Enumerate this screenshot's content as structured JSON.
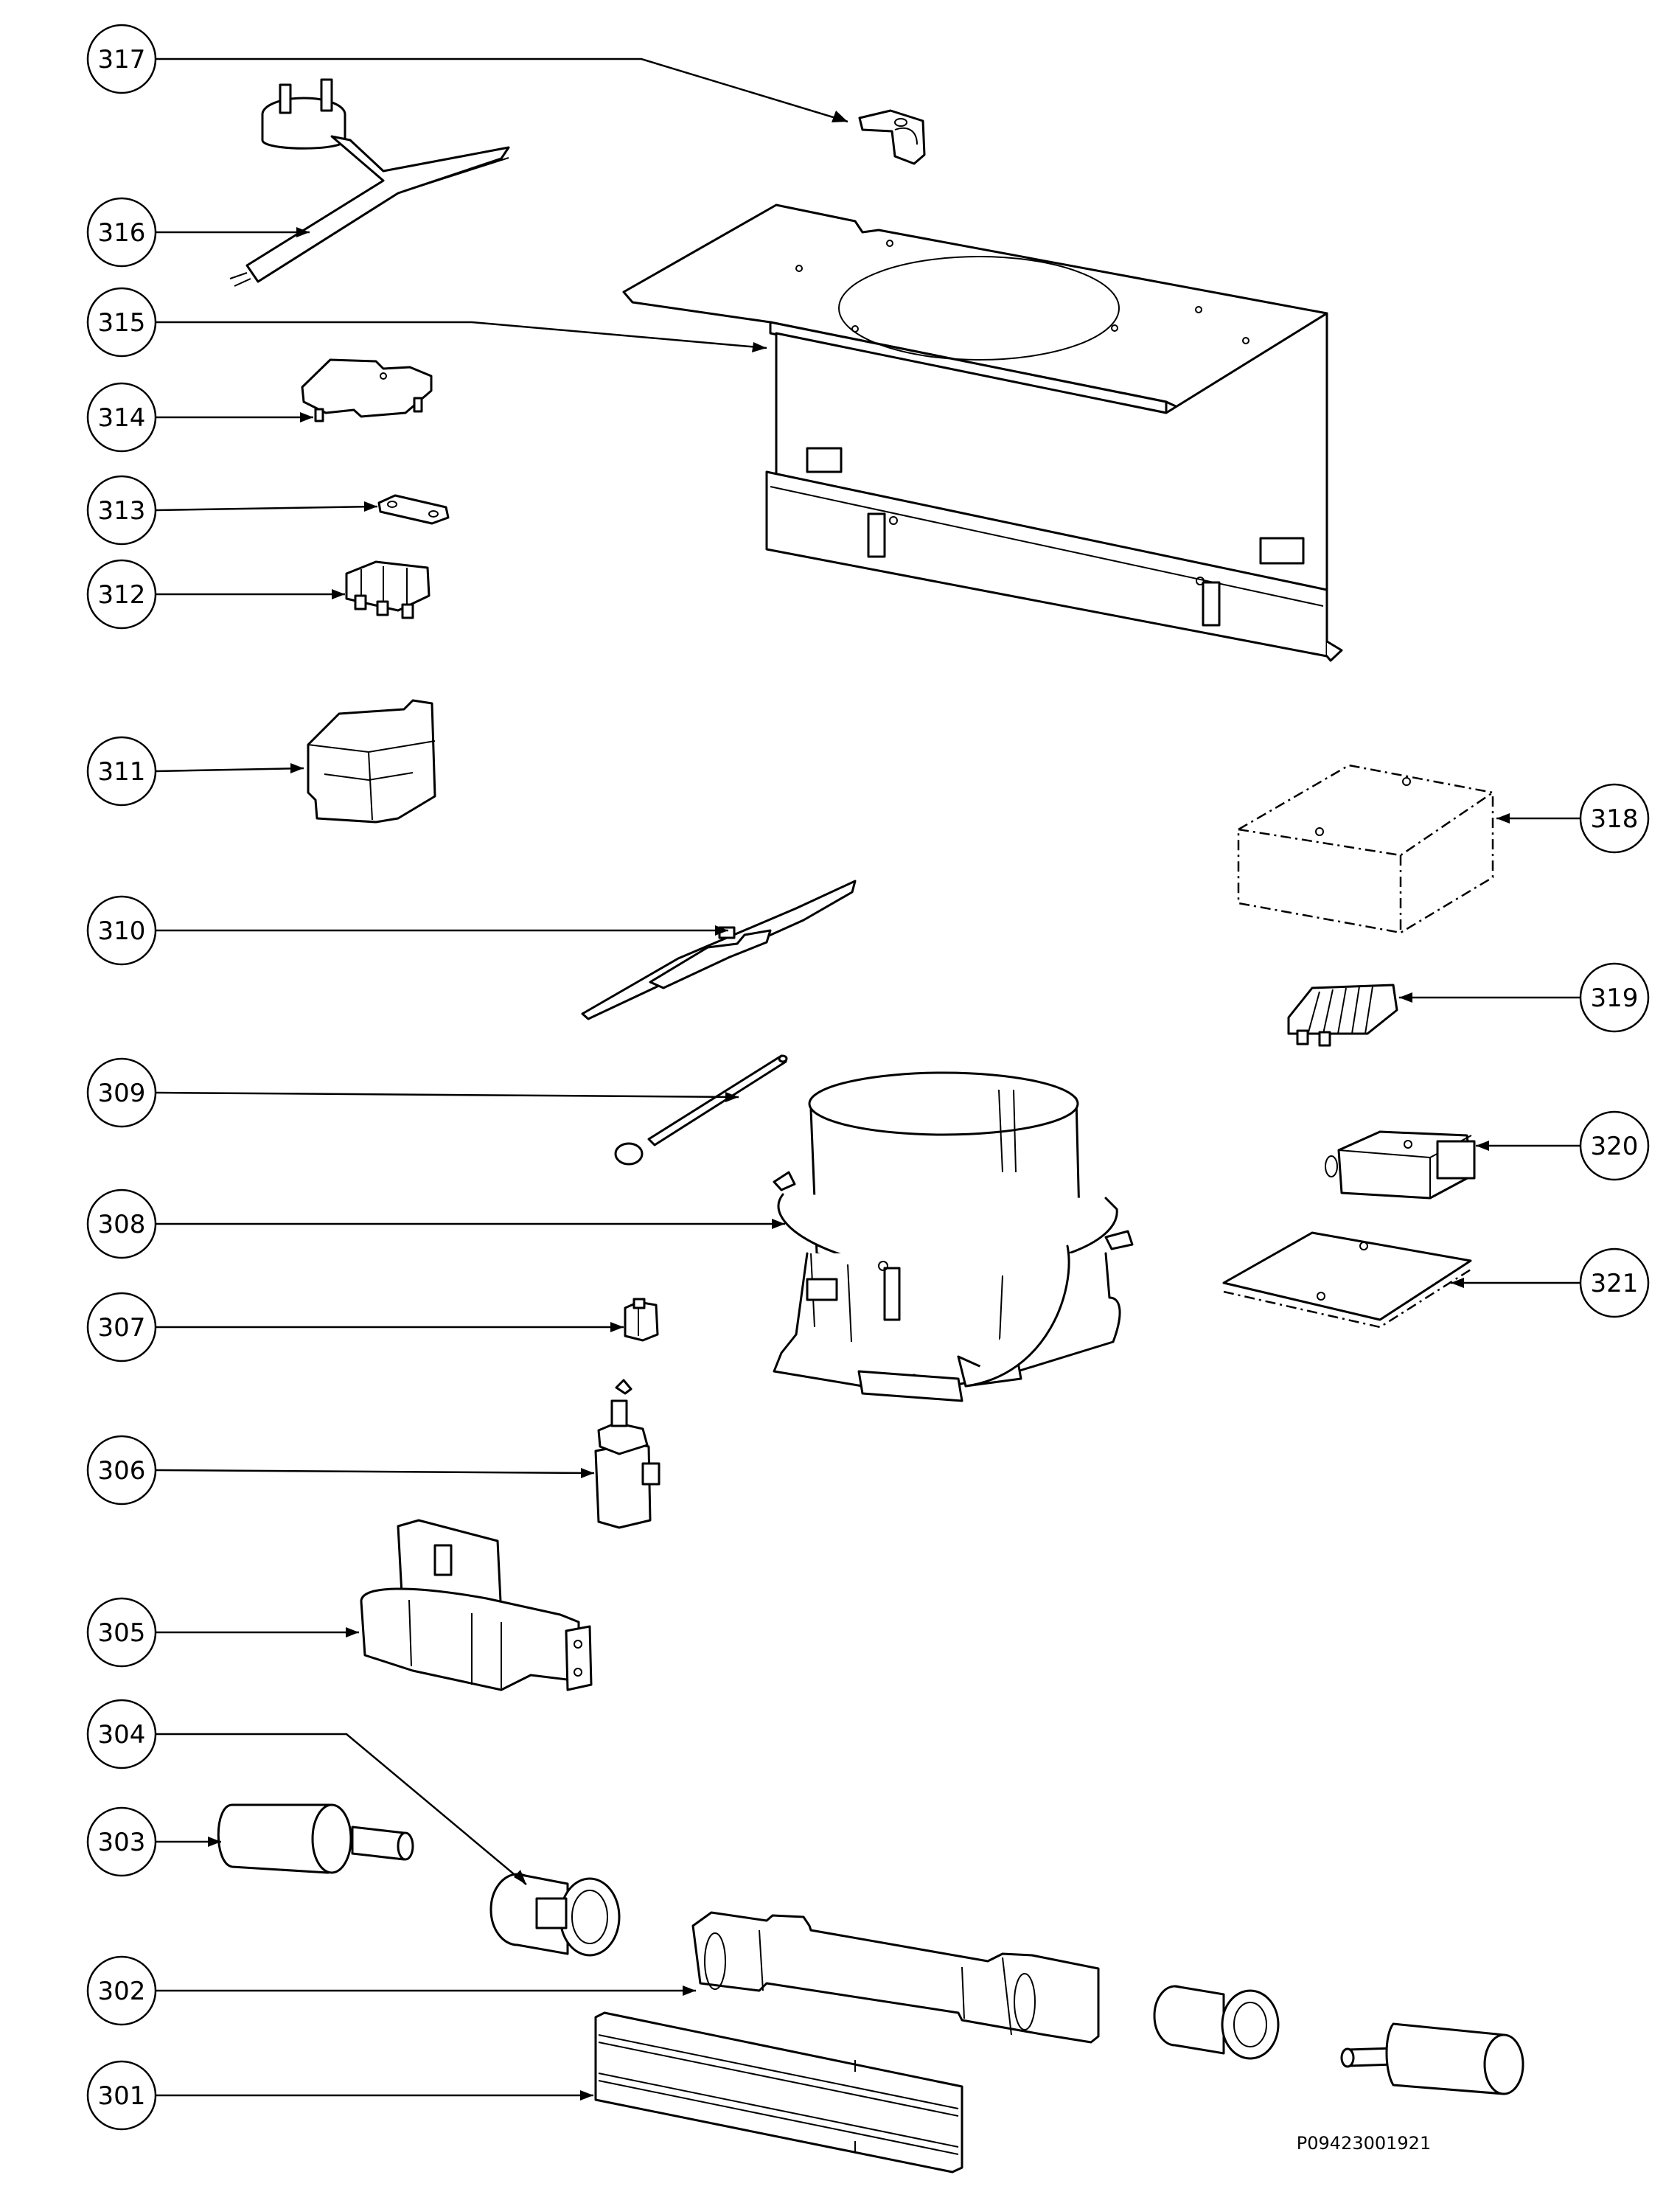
{
  "callouts": [
    {
      "id": "317",
      "label": "317"
    },
    {
      "id": "316",
      "label": "316"
    },
    {
      "id": "315",
      "label": "315"
    },
    {
      "id": "314",
      "label": "314"
    },
    {
      "id": "313",
      "label": "313"
    },
    {
      "id": "312",
      "label": "312"
    },
    {
      "id": "311",
      "label": "311"
    },
    {
      "id": "310",
      "label": "310"
    },
    {
      "id": "309",
      "label": "309"
    },
    {
      "id": "308",
      "label": "308"
    },
    {
      "id": "307",
      "label": "307"
    },
    {
      "id": "306",
      "label": "306"
    },
    {
      "id": "305",
      "label": "305"
    },
    {
      "id": "304",
      "label": "304"
    },
    {
      "id": "303",
      "label": "303"
    },
    {
      "id": "302",
      "label": "302"
    },
    {
      "id": "301",
      "label": "301"
    },
    {
      "id": "318",
      "label": "318"
    },
    {
      "id": "319",
      "label": "319"
    },
    {
      "id": "320",
      "label": "320"
    },
    {
      "id": "321",
      "label": "321"
    }
  ],
  "document_code": "P09423001921",
  "colors": {
    "line": "#000000",
    "background": "#ffffff"
  }
}
